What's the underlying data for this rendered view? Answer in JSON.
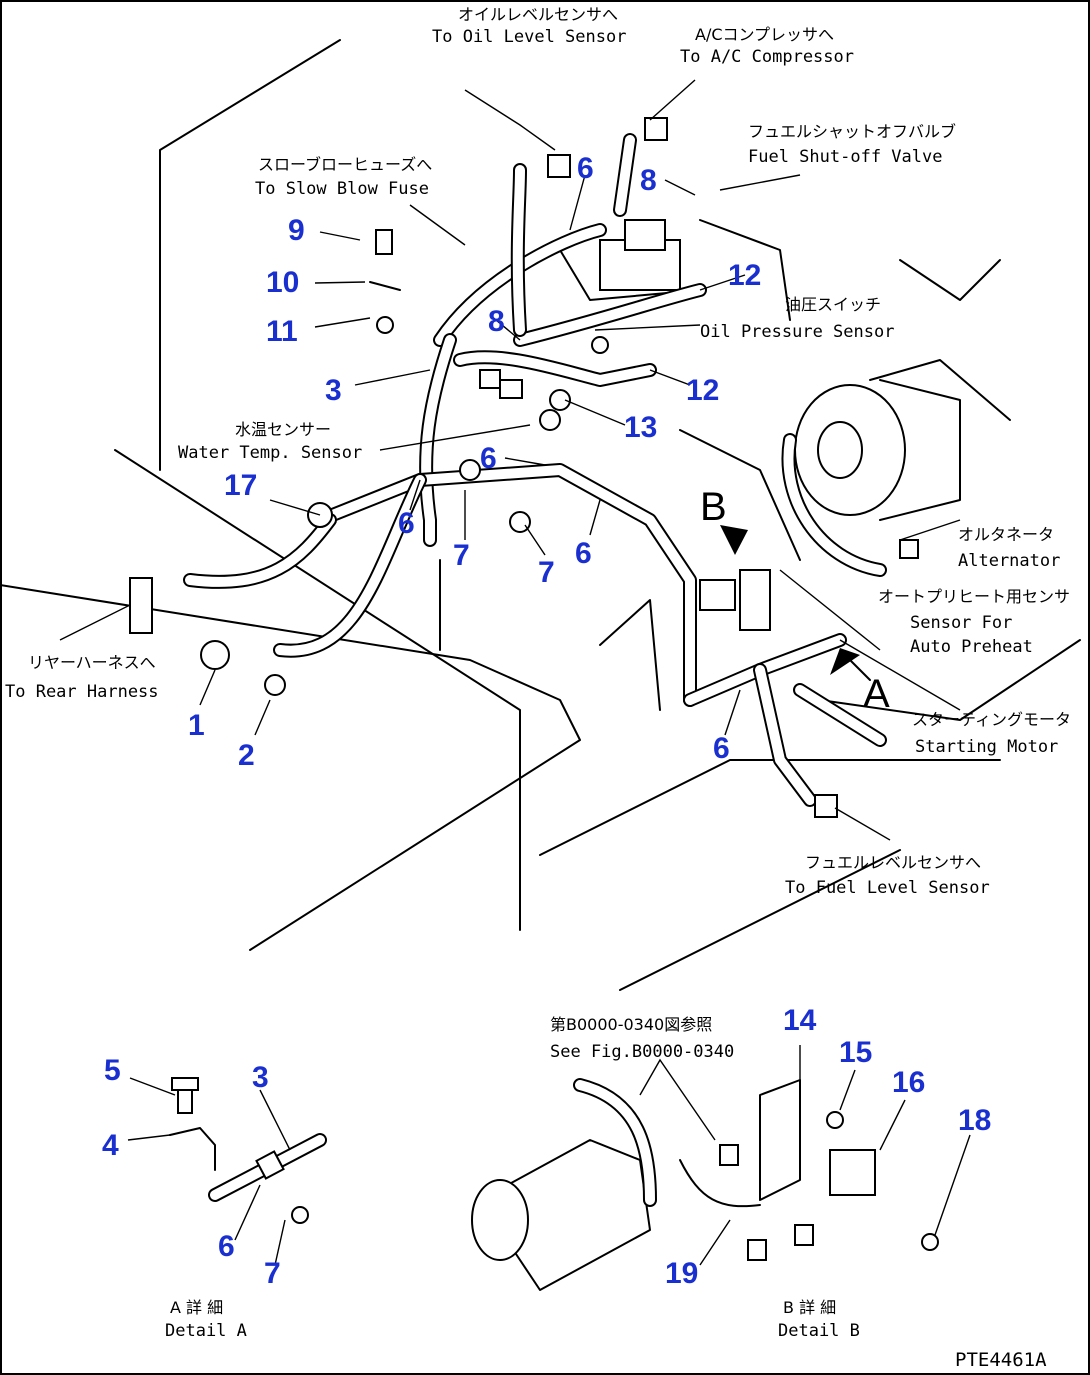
{
  "labels": {
    "oil_level_sensor": {
      "jp": "オイルレベルセンサへ",
      "en": "To Oil Level Sensor"
    },
    "ac_compressor": {
      "jp": "A/Cコンプレッサへ",
      "en": "To A/C Compressor"
    },
    "fuel_shutoff_valve": {
      "jp": "フュエルシャットオフバルブ",
      "en": "Fuel Shut-off Valve"
    },
    "slow_blow_fuse": {
      "jp": "スローブローヒューズへ",
      "en": "To Slow Blow Fuse"
    },
    "oil_pressure_sensor": {
      "jp": "油圧スイッチ",
      "en": "Oil Pressure Sensor"
    },
    "water_temp_sensor": {
      "jp": "水温センサー",
      "en": "Water Temp. Sensor"
    },
    "alternator": {
      "jp": "オルタネータ",
      "en": "Alternator"
    },
    "auto_preheat_sensor": {
      "jp": "オートプリヒート用センサ",
      "en1": "Sensor For",
      "en2": "Auto Preheat"
    },
    "rear_harness": {
      "jp": "リヤーハーネスへ",
      "en": "To Rear Harness"
    },
    "starting_motor": {
      "jp": "スターティングモータ",
      "en": "Starting Motor"
    },
    "fuel_level_sensor": {
      "jp": "フュエルレベルセンサへ",
      "en": "To Fuel Level Sensor"
    },
    "see_fig": {
      "jp": "第B0000-0340図参照",
      "en": "See Fig.B0000-0340"
    },
    "detail_a": {
      "jp": "A 詳 細",
      "en": "Detail A"
    },
    "detail_b": {
      "jp": "B 詳 細",
      "en": "Detail B"
    },
    "view_a": "A",
    "view_b": "B",
    "figure_code": "PTE4461A"
  },
  "callouts": {
    "n1": "1",
    "n2": "2",
    "n3": "3",
    "n3b": "3",
    "n4": "4",
    "n5": "5",
    "n6a": "6",
    "n6b": "6",
    "n6c": "6",
    "n6d": "6",
    "n6e": "6",
    "n6f": "6",
    "n7a": "7",
    "n7b": "7",
    "n7c": "7",
    "n8a": "8",
    "n8b": "8",
    "n9": "9",
    "n10": "10",
    "n11": "11",
    "n12a": "12",
    "n12b": "12",
    "n13": "13",
    "n14": "14",
    "n15": "15",
    "n16": "16",
    "n17": "17",
    "n18": "18",
    "n19": "19"
  },
  "colors": {
    "callout": "#1a2fd0",
    "line": "#000000",
    "background": "#ffffff"
  }
}
